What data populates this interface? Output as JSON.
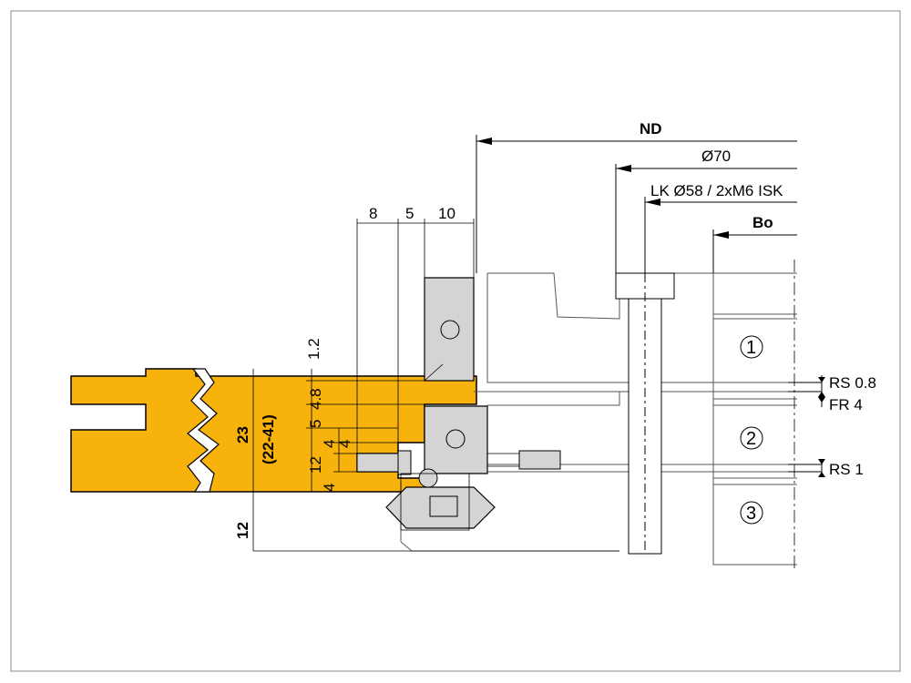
{
  "colors": {
    "workpiece": "#F7B20C",
    "tool_body": "#d4d4d4",
    "line": "#000000",
    "thin_line": "#555555",
    "frame": "#8a8a8a"
  },
  "top_dims": {
    "nd": "ND",
    "d70": "Ø70",
    "lk": "LK Ø58 / 2xM6 ISK",
    "bo": "Bo"
  },
  "width_dims": [
    "8",
    "5",
    "10"
  ],
  "left_dims": {
    "d1_2": "1.2",
    "d4_8": "4.8",
    "d5": "5",
    "d4a": "4",
    "d4b": "4",
    "d12": "12",
    "d4c": "4",
    "d23": "23",
    "d22_41": "(22-41)",
    "d12_bottom": "12"
  },
  "right_labels": {
    "rs08": "RS 0.8",
    "fr4": "FR 4",
    "rs1": "RS 1"
  },
  "circles": [
    "1",
    "2",
    "3"
  ]
}
